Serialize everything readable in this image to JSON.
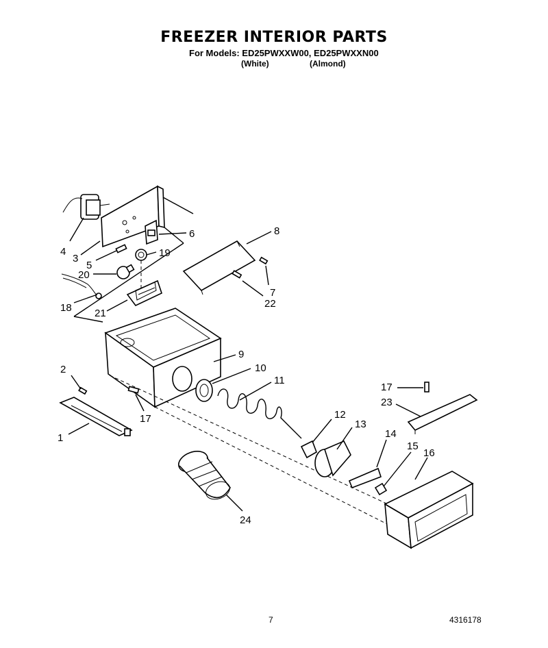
{
  "header": {
    "title": "FREEZER INTERIOR PARTS",
    "subtitle": "For Models: ED25PWXXW00, ED25PWXXN00",
    "variant_white": "(White)",
    "variant_almond": "(Almond)"
  },
  "callouts": {
    "c1": "1",
    "c2": "2",
    "c3": "3",
    "c4": "4",
    "c5": "5",
    "c6": "6",
    "c7": "7",
    "c8": "8",
    "c9": "9",
    "c10": "10",
    "c11": "11",
    "c12": "12",
    "c13": "13",
    "c14": "14",
    "c15": "15",
    "c16": "16",
    "c17a": "17",
    "c17b": "17",
    "c18": "18",
    "c19": "19",
    "c20": "20",
    "c21": "21",
    "c22": "22",
    "c23": "23",
    "c24": "24"
  },
  "footer": {
    "page_number": "7",
    "doc_number": "4316178"
  }
}
